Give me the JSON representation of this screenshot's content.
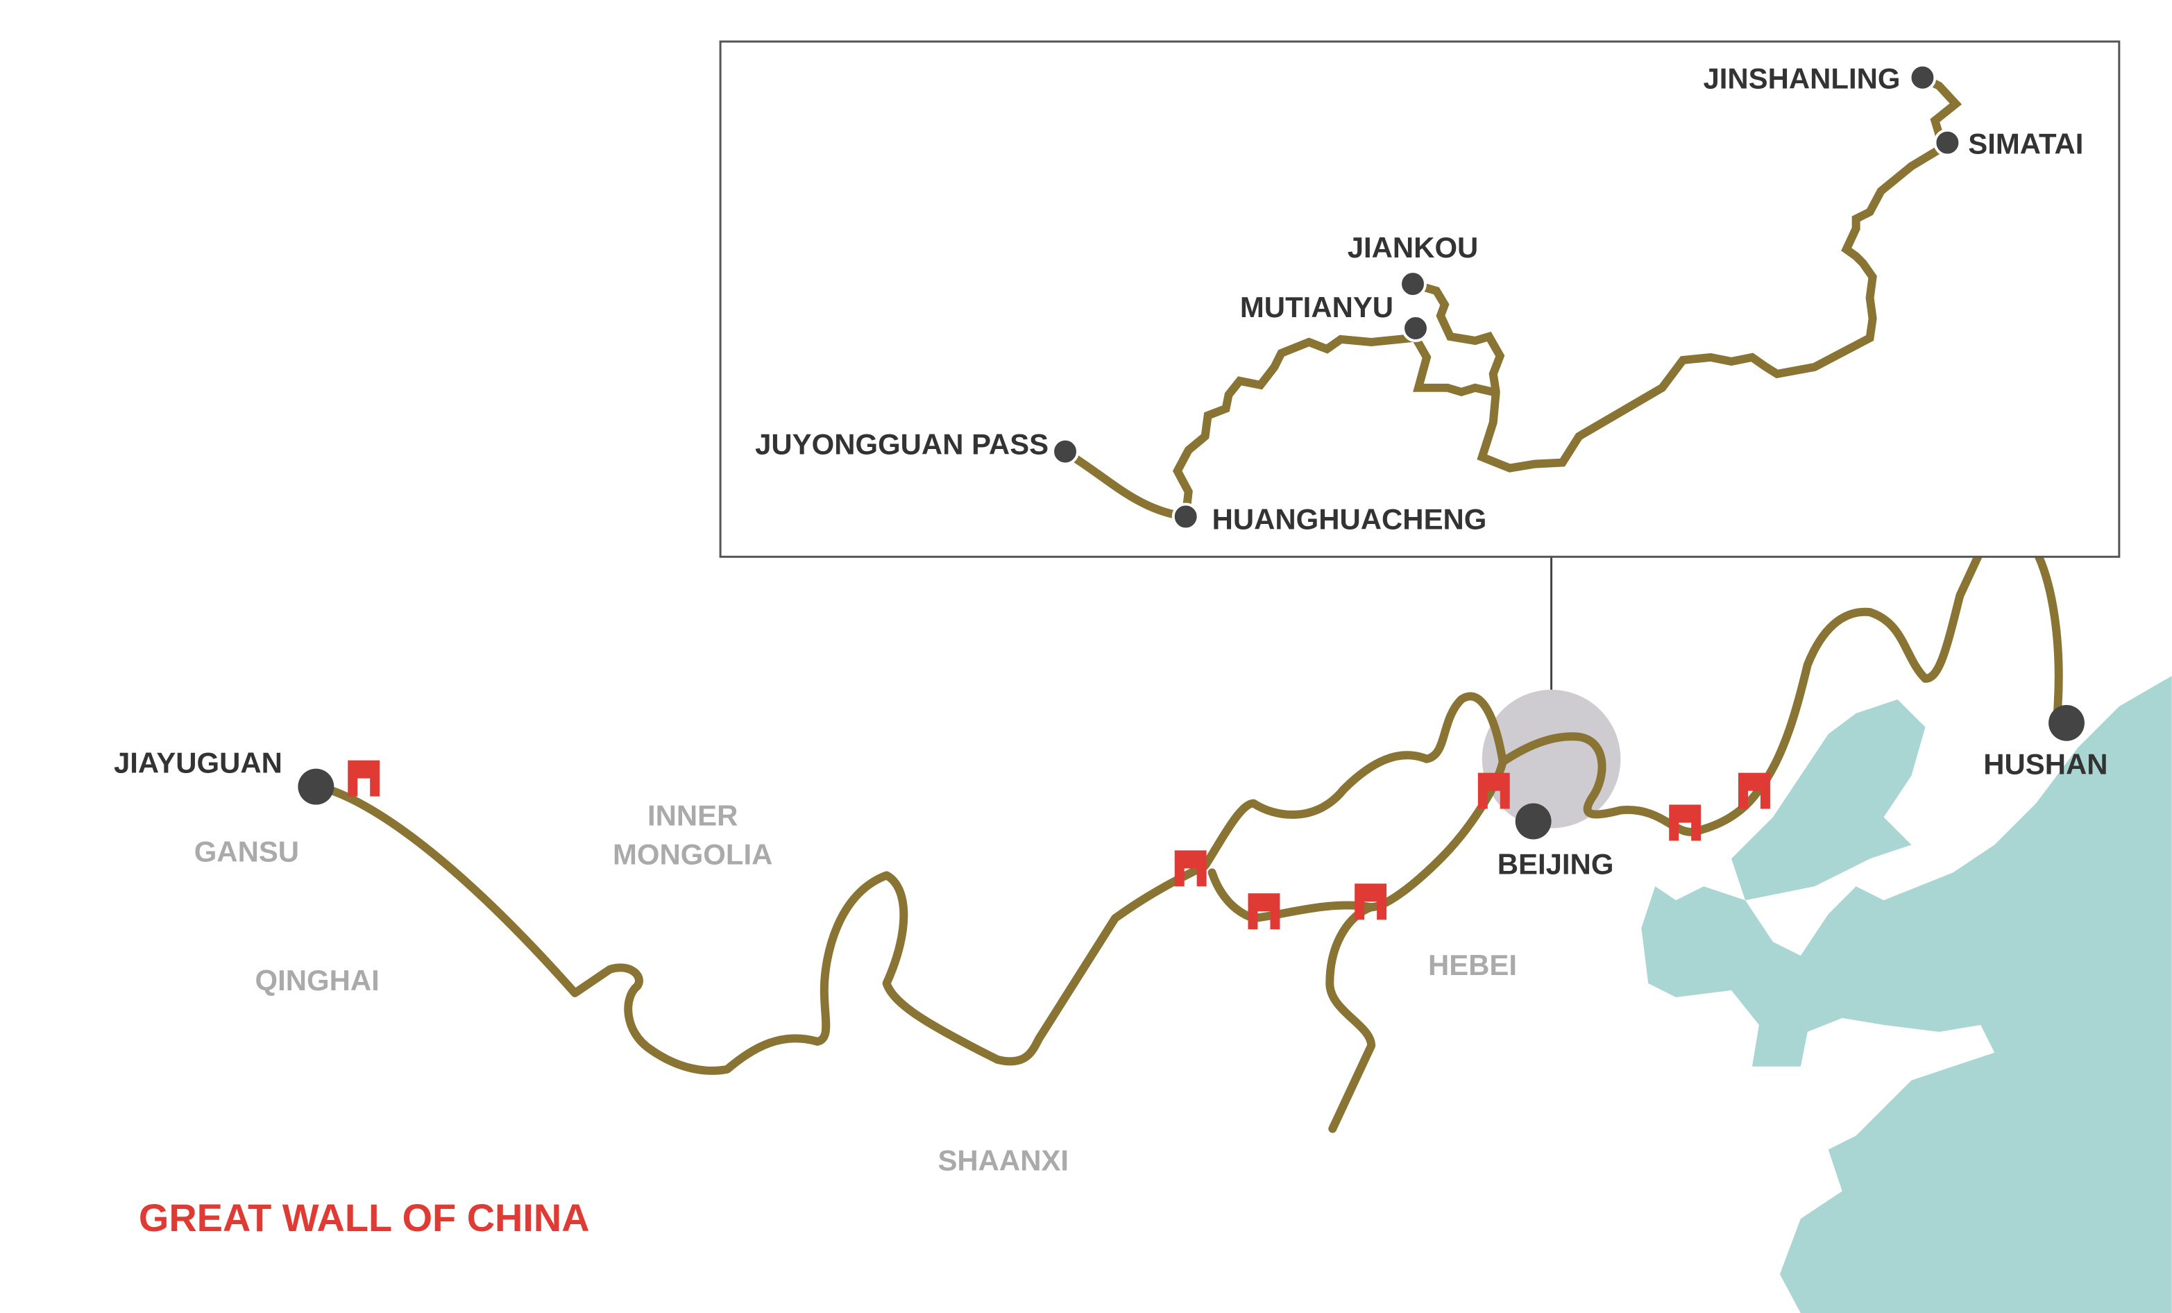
{
  "title": "GREAT WALL OF CHINA",
  "colors": {
    "wall": "#8a7434",
    "gate": "#e03a34",
    "sea": "#a9d6d2",
    "title": "#e03a34",
    "dot": "#444444"
  },
  "cities": {
    "jiayuguan": "JIAYUGUAN",
    "beijing": "BEIJING",
    "hushan": "HUSHAN"
  },
  "provinces": {
    "gansu": "GANSU",
    "qinghai": "QINGHAI",
    "inner_mongolia_1": "INNER",
    "inner_mongolia_2": "MONGOLIA",
    "shaanxi": "SHAANXI",
    "hebei": "HEBEI"
  },
  "inset": {
    "jinshanling": "JINSHANLING",
    "simatai": "SIMATAI",
    "jiankou": "JIANKOU",
    "mutianyu": "MUTIANYU",
    "juyongguan": "JUYONGGUAN PASS",
    "huanghuacheng": "HUANGHUACHENG"
  }
}
